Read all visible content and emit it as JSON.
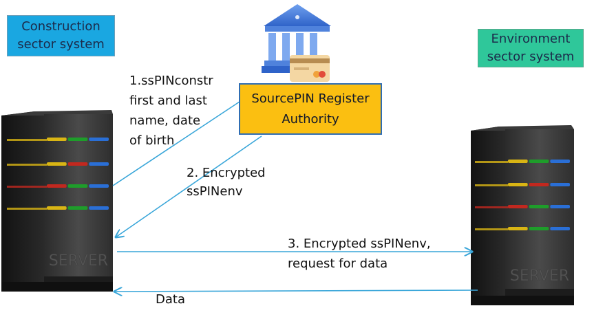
{
  "nodes": {
    "construction": {
      "line1": "Construction",
      "line2": "sector system"
    },
    "environment": {
      "line1": "Environment",
      "line2": "sector system"
    },
    "register": {
      "line1": "SourcePIN Register",
      "line2": "Authority"
    }
  },
  "steps": {
    "step1": [
      "1.ssPINconstr",
      "first and last",
      "name, date",
      "of birth"
    ],
    "step2": [
      "2. Encrypted",
      "ssPINenv"
    ],
    "step3": [
      "3. Encrypted ssPINenv,",
      "request for data"
    ],
    "data": "Data"
  },
  "icons": {
    "bank": "bank-building-icon",
    "card": "credit-card-icon",
    "server_left": "server-tower-icon",
    "server_right": "server-tower-icon"
  },
  "server_text": {
    "left": "SERVER",
    "right": "SERVER"
  },
  "colors": {
    "construction_box": "#1aa7e1",
    "environment_box": "#2fc79a",
    "register_box": "#fbbf11",
    "register_border": "#2f6db3",
    "arrow": "#39a6d9"
  }
}
